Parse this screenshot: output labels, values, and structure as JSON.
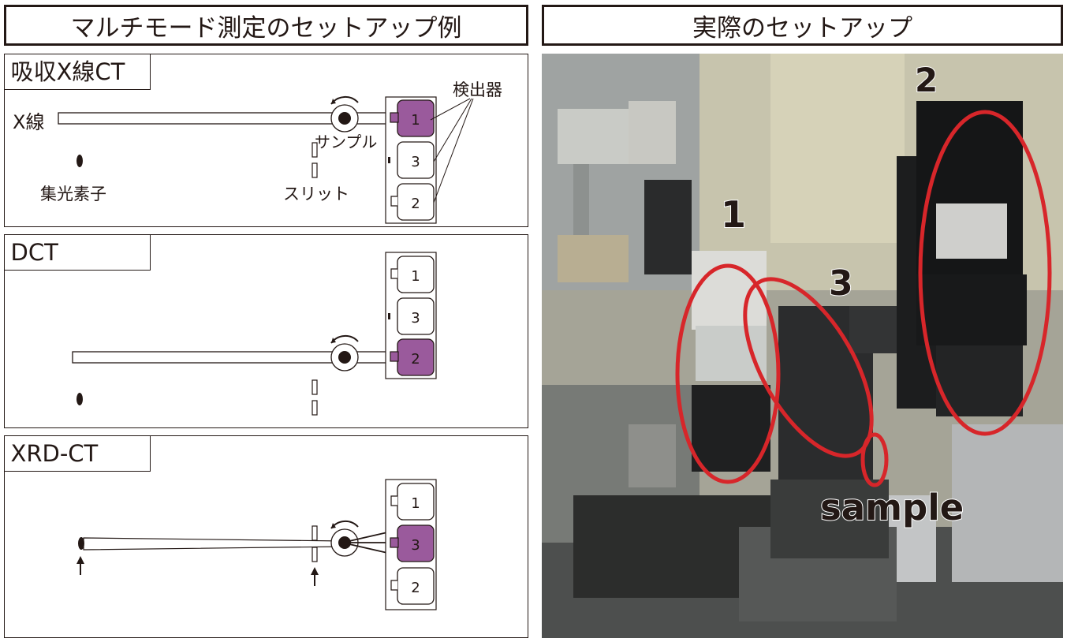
{
  "left_header": "マルチモード測定のセットアップ例",
  "right_header": "実際のセットアップ",
  "panels": [
    {
      "title": "吸収X線CT",
      "labels": {
        "xray": "X線",
        "optic": "集光素子",
        "slit": "スリット",
        "sample": "サンプル",
        "detectors": "検出器"
      },
      "active_detector": "1"
    },
    {
      "title": "DCT",
      "active_detector": "2"
    },
    {
      "title": "XRD-CT",
      "active_detector": "3"
    }
  ],
  "detector_numbers": [
    "1",
    "3",
    "2"
  ],
  "xrd_detector_numbers": [
    "1",
    "3",
    "2"
  ],
  "photo_labels": {
    "det1": "1",
    "det2": "2",
    "det3": "3",
    "sample": "sample"
  },
  "colors": {
    "active_detector": "#9a5a9c",
    "highlight": "#d7262a",
    "line": "#231815"
  }
}
